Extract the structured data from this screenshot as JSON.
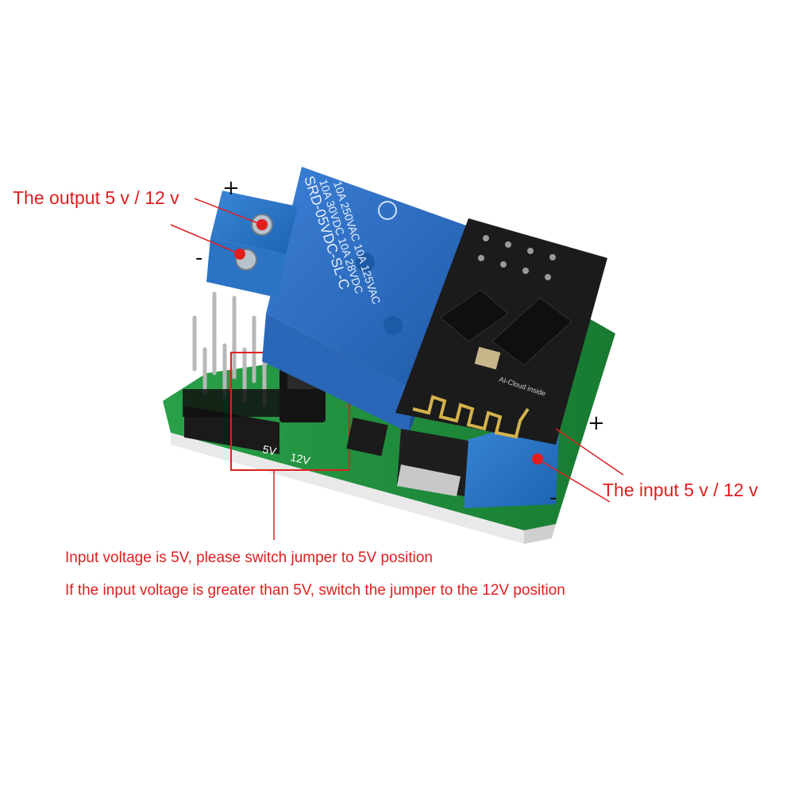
{
  "image": {
    "subject": "relay-module-photo",
    "annotations": {
      "output_label": "The output 5 v / 12 v",
      "input_label": "The input 5 v / 12 v",
      "plus_sign": "+",
      "minus_sign": "-",
      "note_line_1": "Input voltage is 5V, please switch jumper to 5V position",
      "note_line_2": "If the input voltage is greater than 5V, switch the jumper to the 12V position"
    },
    "board_silkscreen": {
      "jumper_12v": "12V",
      "jumper_5v": "5V"
    },
    "relay_text": {
      "line1": "10A 250VAC 10A 125VAC",
      "line2": "10A 30VDC 10A 28VDC",
      "line3": "SRD-05VDC-SL-C"
    },
    "wifi_module_text": "AI-Cloud inside",
    "colors": {
      "annotation": "#e01e1e",
      "relay_blue": "#2e6fc4",
      "pcb_green": "#1f8f3a",
      "module_black": "#1b1b1b"
    }
  }
}
